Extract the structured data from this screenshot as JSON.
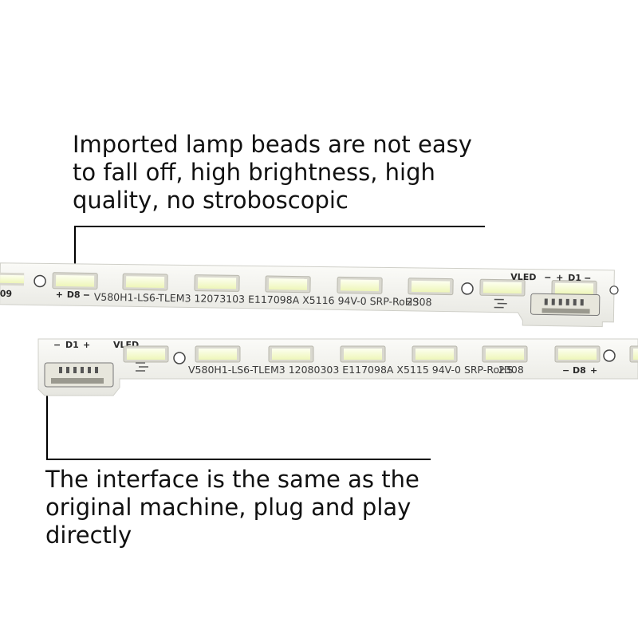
{
  "callouts": {
    "top": [
      "Imported lamp beads are not easy",
      "to fall off, high brightness, high",
      "quality, no stroboscopic"
    ],
    "bottom": [
      "The interface is the same as the",
      "original machine, plug and play",
      "directly"
    ]
  },
  "strip_top": {
    "edge_label": "09",
    "left_marker_sign": "+",
    "left_marker": "D8",
    "left_marker_minus": "−",
    "model_text": "V580H1-LS6-TLEM3 12073103 E117098A X5116 94V-0 SRP-RoHS",
    "date_code": "2308",
    "vled_label": "VLED",
    "d1_sign_minus": "−",
    "d1_sign_plus": "+",
    "d1_label": "D1",
    "d1_sign_minus_right": "−"
  },
  "strip_bottom": {
    "d1_sign_minus": "−",
    "d1_label": "D1",
    "d1_sign_plus": "+",
    "vled_label": "VLED",
    "model_text": "V580H1-LS6-TLEM3 12080303 E117098A X5115 94V-0 SRP-RoHS",
    "date_code": "2308",
    "right_marker_minus": "−",
    "right_marker": "D8",
    "right_marker_sign": "+"
  },
  "colors": {
    "pcb": "#f2f2ee",
    "led_frame": "#d9d8cf",
    "led_emitter": "#f4f9c7",
    "text": "#111111"
  }
}
